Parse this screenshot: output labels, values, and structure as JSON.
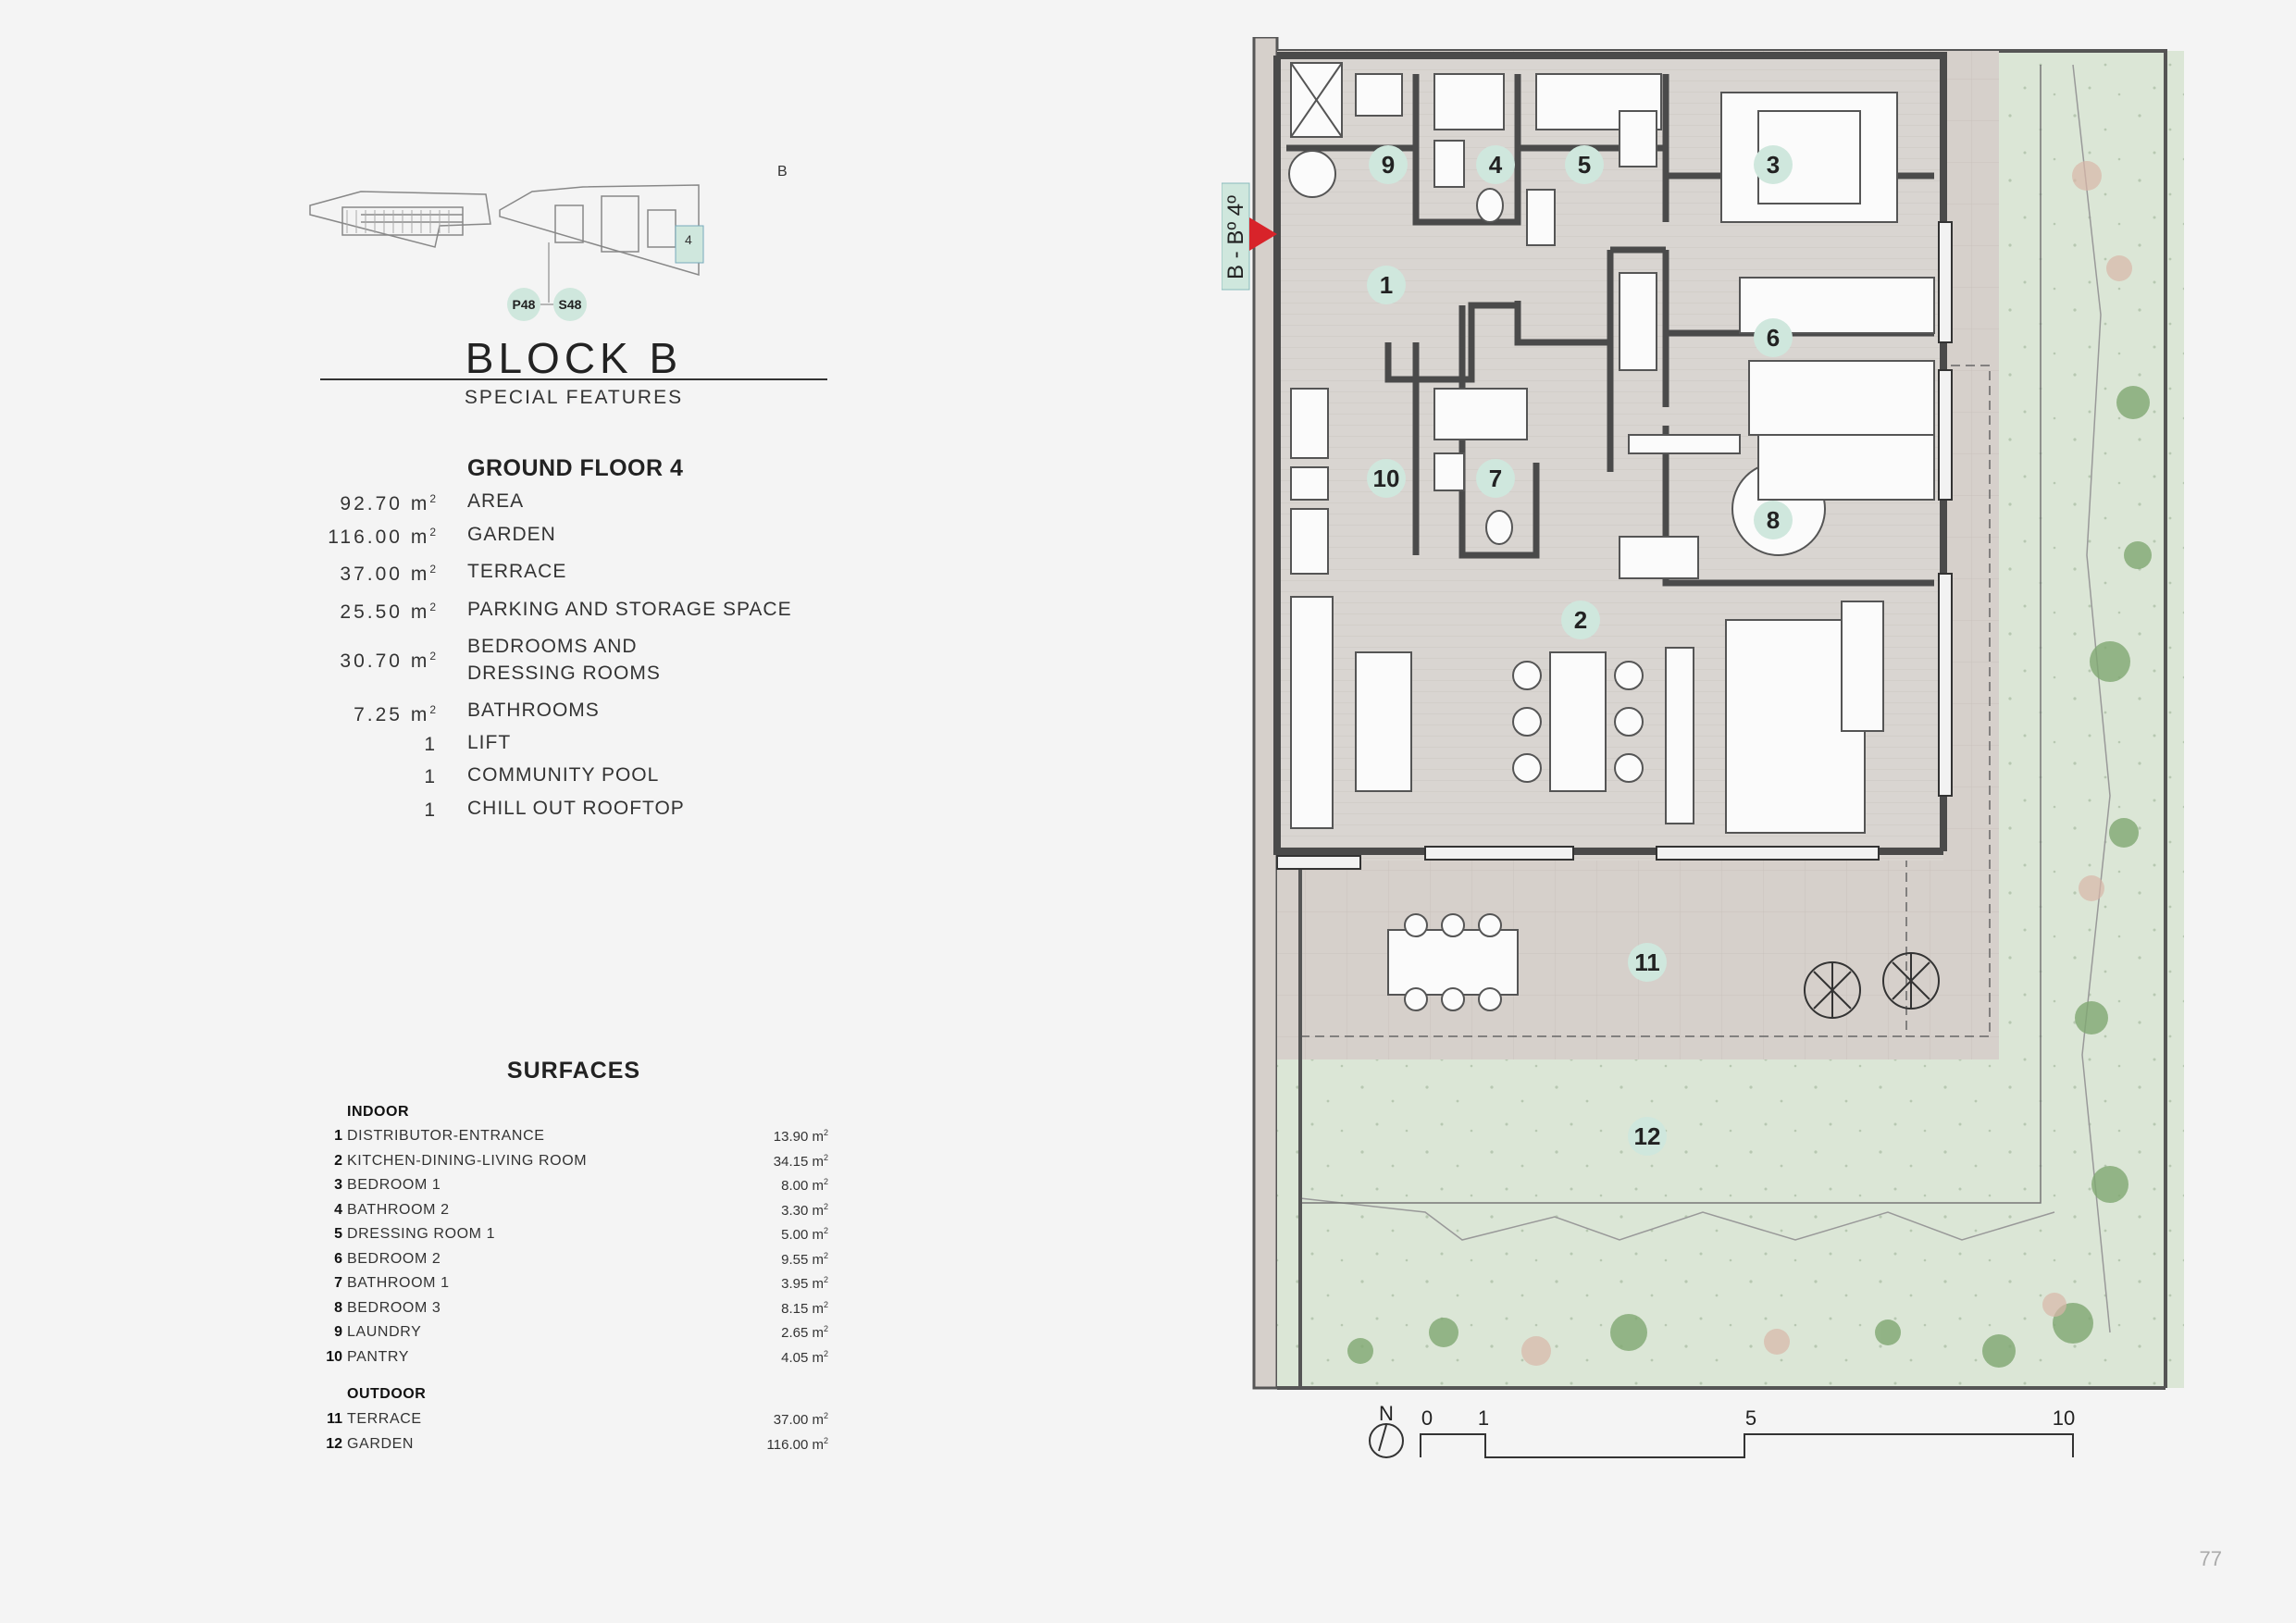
{
  "keyplan": {
    "block_letter": "B",
    "unit_number": "4",
    "badges": [
      "P48",
      "S48"
    ]
  },
  "block": {
    "title": "BLOCK B",
    "subtitle": "SPECIAL FEATURES"
  },
  "ground_floor": {
    "title": "GROUND FLOOR 4",
    "features": [
      {
        "value": "92.70",
        "unit": "m",
        "label": "AREA"
      },
      {
        "value": "116.00",
        "unit": "m",
        "label": "GARDEN"
      },
      {
        "value": "37.00",
        "unit": "m",
        "label": "TERRACE"
      },
      {
        "value": "25.50",
        "unit": "m",
        "label": "PARKING AND STORAGE SPACE"
      },
      {
        "value": "30.70",
        "unit": "m",
        "label": "BEDROOMS AND",
        "label2": "DRESSING ROOMS"
      },
      {
        "value": "7.25",
        "unit": "m",
        "label": "BATHROOMS"
      },
      {
        "value": "1",
        "unit": "",
        "label": "LIFT"
      },
      {
        "value": "1",
        "unit": "",
        "label": "COMMUNITY POOL"
      },
      {
        "value": "1",
        "unit": "",
        "label": "CHILL OUT ROOFTOP"
      }
    ]
  },
  "surfaces": {
    "title": "SURFACES",
    "indoor_label": "INDOOR",
    "outdoor_label": "OUTDOOR",
    "indoor": [
      {
        "n": "1",
        "name": "DISTRIBUTOR-ENTRANCE",
        "area": "13.90 m"
      },
      {
        "n": "2",
        "name": "KITCHEN-DINING-LIVING ROOM",
        "area": "34.15 m"
      },
      {
        "n": "3",
        "name": "BEDROOM 1",
        "area": "8.00 m"
      },
      {
        "n": "4",
        "name": "BATHROOM 2",
        "area": "3.30 m"
      },
      {
        "n": "5",
        "name": "DRESSING ROOM 1",
        "area": "5.00 m"
      },
      {
        "n": "6",
        "name": "BEDROOM 2",
        "area": "9.55 m"
      },
      {
        "n": "7",
        "name": "BATHROOM 1",
        "area": "3.95 m"
      },
      {
        "n": "8",
        "name": "BEDROOM 3",
        "area": "8.15 m"
      },
      {
        "n": "9",
        "name": "LAUNDRY",
        "area": "2.65 m"
      },
      {
        "n": "10",
        "name": "PANTRY",
        "area": "4.05 m"
      }
    ],
    "outdoor": [
      {
        "n": "11",
        "name": "TERRACE",
        "area": "37.00 m"
      },
      {
        "n": "12",
        "name": "GARDEN",
        "area": "116.00 m"
      }
    ]
  },
  "plan": {
    "entrance_label": "B - Bº 4º",
    "room_labels": [
      "1",
      "2",
      "3",
      "4",
      "5",
      "6",
      "7",
      "8",
      "9",
      "10",
      "11",
      "12"
    ],
    "north_label": "N",
    "scale_labels": [
      "0",
      "1",
      "5",
      "10"
    ]
  },
  "colors": {
    "floor": "#d8d4d0",
    "wall": "#4a4a4a",
    "terrace": "#d6d0cb",
    "garden": "#dbe6d6",
    "room_badge": "#cfe7dd",
    "entrance_marker": "#d8232a"
  },
  "page_number": "77"
}
